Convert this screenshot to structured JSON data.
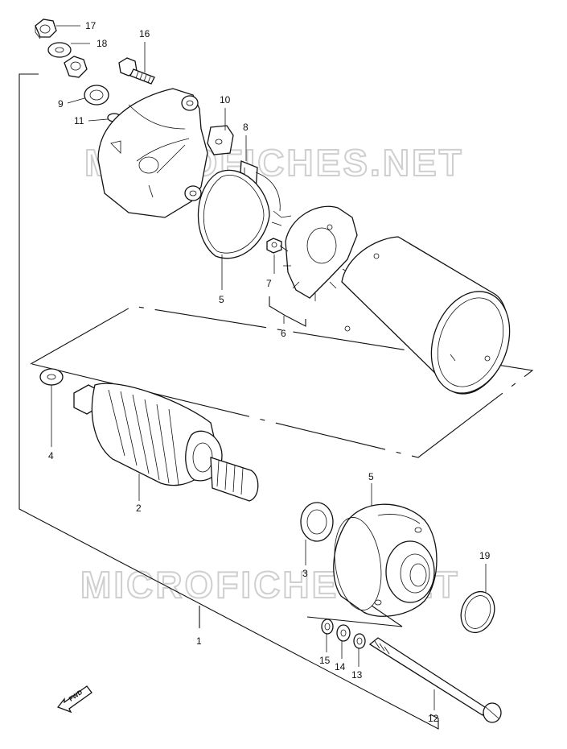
{
  "watermark": "MICROFICHES.NET",
  "fwd_label": "FWD",
  "callouts": [
    {
      "id": "17",
      "text": "17"
    },
    {
      "id": "18",
      "text": "18"
    },
    {
      "id": "16",
      "text": "16"
    },
    {
      "id": "9",
      "text": "9"
    },
    {
      "id": "11",
      "text": "11"
    },
    {
      "id": "10",
      "text": "10"
    },
    {
      "id": "8",
      "text": "8"
    },
    {
      "id": "5a",
      "text": "5"
    },
    {
      "id": "7",
      "text": "7"
    },
    {
      "id": "6",
      "text": "6"
    },
    {
      "id": "4",
      "text": "4"
    },
    {
      "id": "2",
      "text": "2"
    },
    {
      "id": "5b",
      "text": "5"
    },
    {
      "id": "3",
      "text": "3"
    },
    {
      "id": "19",
      "text": "19"
    },
    {
      "id": "1",
      "text": "1"
    },
    {
      "id": "15",
      "text": "15"
    },
    {
      "id": "14",
      "text": "14"
    },
    {
      "id": "13",
      "text": "13"
    },
    {
      "id": "12",
      "text": "12"
    }
  ]
}
